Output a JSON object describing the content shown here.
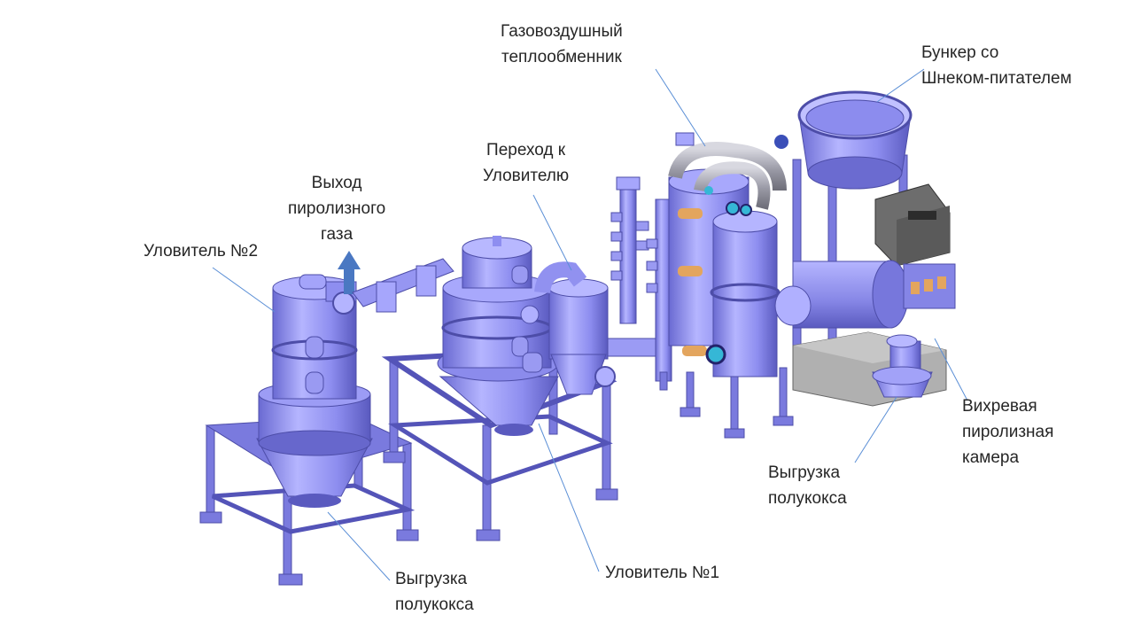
{
  "labels": {
    "heat_exchanger": [
      "Газовоздушный",
      "теплообменник"
    ],
    "bunker": [
      "Бункер со",
      "Шнеком-питателем"
    ],
    "transition": [
      "Переход к",
      "Уловителю"
    ],
    "gas_outlet": [
      "Выход",
      "пиролизного",
      "газа"
    ],
    "trap2": [
      "Уловитель №2"
    ],
    "vortex_chamber": [
      "Вихревая",
      "пиролизная",
      "камера"
    ],
    "char_unload_right": [
      "Выгрузка",
      "полукокса"
    ],
    "char_unload_left": [
      "Выгрузка",
      "полукокса"
    ],
    "trap1": [
      "Уловитель №1"
    ]
  },
  "colors": {
    "equipment": "#8e8ef0",
    "equipment_dark": "#5f5fc8",
    "equipment_light": "#b9b9ff",
    "frame": "#7676d8",
    "arrow": "#4a78c2",
    "grey_base": "#a9a9a9",
    "leader": "#5b8fd6",
    "copper": "#e3a55e",
    "cyan": "#35b7d6"
  }
}
